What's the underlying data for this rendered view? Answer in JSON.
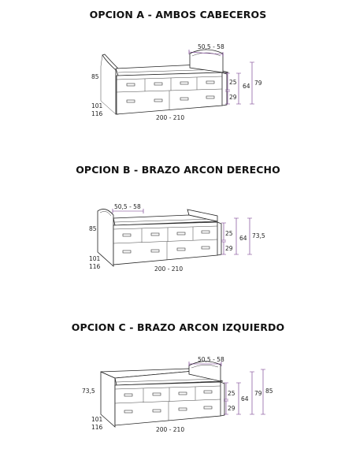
{
  "options": [
    {
      "title": "OPCION A - AMBOS CABECEROS",
      "labels": {
        "width_range": "50,5 - 58",
        "left_height": "85",
        "drawer_top": "25",
        "drawer_bottom": "29",
        "body_height": "64",
        "total_height": "79",
        "depth_1": "101",
        "depth_2": "116",
        "length": "200 - 210"
      }
    },
    {
      "title": "OPCION B - BRAZO ARCON DERECHO",
      "labels": {
        "width_range": "50,5 - 58",
        "left_height": "85",
        "drawer_top": "25",
        "drawer_bottom": "29",
        "body_height": "64",
        "total_height": "73,5",
        "depth_1": "101",
        "depth_2": "116",
        "length": "200 - 210"
      }
    },
    {
      "title": "OPCION C - BRAZO ARCON IZQUIERDO",
      "labels": {
        "width_range": "50,5 - 58",
        "left_height": "73,5",
        "drawer_top": "25",
        "drawer_bottom": "29",
        "body_height": "64",
        "total_height": "79",
        "right_height": "85",
        "depth_1": "101",
        "depth_2": "116",
        "length": "200 - 210"
      }
    }
  ]
}
